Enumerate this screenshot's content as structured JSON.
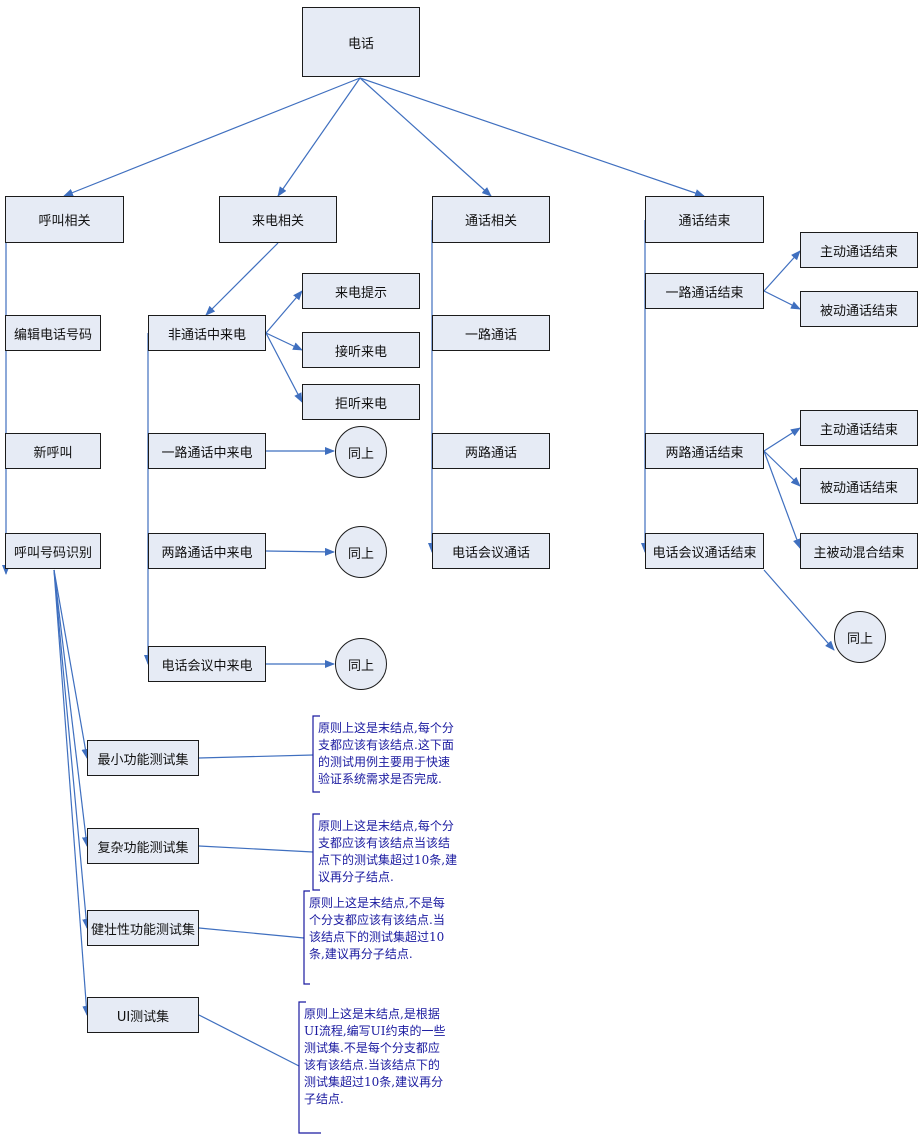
{
  "diagram": {
    "colors": {
      "box_fill": "#e6ebf5",
      "box_border": "#1b1b1b",
      "edge": "#3f6fbf",
      "note_text": "#1a1aa0"
    },
    "root": {
      "label": "电话"
    },
    "categories": {
      "call": {
        "label": "呼叫相关"
      },
      "incoming": {
        "label": "来电相关"
      },
      "talk": {
        "label": "通话相关"
      },
      "end": {
        "label": "通话结束"
      }
    },
    "call_items": {
      "edit_number": {
        "label": "编辑电话号码"
      },
      "new_call": {
        "label": "新呼叫"
      },
      "number_id": {
        "label": "呼叫号码识别"
      }
    },
    "incoming_items": {
      "idle_incoming": {
        "label": "非通话中来电"
      },
      "prompt": {
        "label": "来电提示"
      },
      "answer": {
        "label": "接听来电"
      },
      "reject": {
        "label": "拒听来电"
      },
      "one_way_incoming": {
        "label": "一路通话中来电"
      },
      "two_way_incoming": {
        "label": "两路通话中来电"
      },
      "conf_incoming": {
        "label": "电话会议中来电"
      },
      "same1": {
        "label": "同上"
      },
      "same2": {
        "label": "同上"
      },
      "same3": {
        "label": "同上"
      }
    },
    "talk_items": {
      "one_way": {
        "label": "一路通话"
      },
      "two_way": {
        "label": "两路通话"
      },
      "conference": {
        "label": "电话会议通话"
      }
    },
    "end_items": {
      "one_way_end": {
        "label": "一路通话结束"
      },
      "active_end1": {
        "label": "主动通话结束"
      },
      "passive_end1": {
        "label": "被动通话结束"
      },
      "two_way_end": {
        "label": "两路通话结束"
      },
      "active_end2": {
        "label": "主动通话结束"
      },
      "passive_end2": {
        "label": "被动通话结束"
      },
      "mixed_end": {
        "label": "主被动混合结束"
      },
      "conf_end": {
        "label": "电话会议通话结束"
      },
      "same4": {
        "label": "同上"
      }
    },
    "test_sets": {
      "min": {
        "label": "最小功能测试集"
      },
      "complex": {
        "label": "复杂功能测试集"
      },
      "robust": {
        "label": "健壮性功能测试集"
      },
      "ui": {
        "label": "UI测试集"
      }
    },
    "notes": {
      "min": [
        "原则上这是末结点,每个分",
        "支都应该有该结点.这下面",
        "的测试用例主要用于快速",
        "验证系统需求是否完成."
      ],
      "complex": [
        "原则上这是末结点,每个分",
        "支都应该有该结点当该结",
        "点下的测试集超过10条,建",
        "议再分子结点."
      ],
      "robust": [
        "原则上这是末结点,不是每",
        "个分支都应该有该结点.当",
        "该结点下的测试集超过10",
        "条,建议再分子结点."
      ],
      "ui": [
        "原则上这是末结点,是根据",
        "UI流程,编写UI约束的一些",
        "测试集.不是每个分支都应",
        "该有该结点.当该结点下的",
        "测试集超过10条,建议再分",
        "子结点."
      ]
    }
  }
}
